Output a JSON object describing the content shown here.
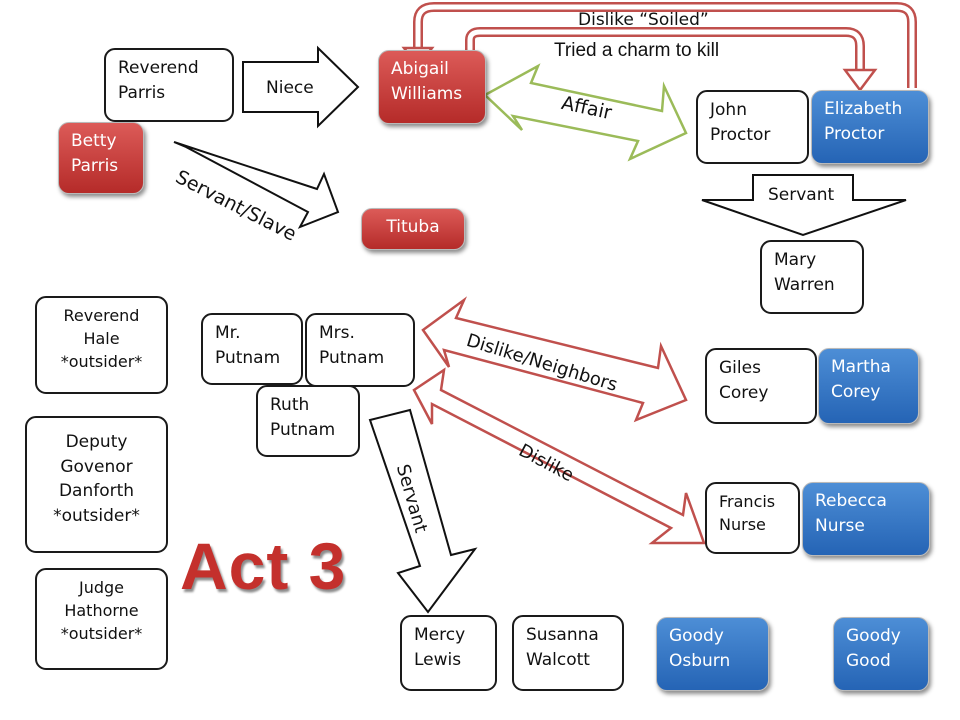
{
  "title": "Act 3",
  "colors": {
    "red": "#c0392b",
    "blue": "#2e6fc2",
    "arrow_red": "#c0504d",
    "arrow_green": "#9bbb59",
    "arrow_black": "#111111"
  },
  "nodes": {
    "reverend_parris": "Reverend\nParris",
    "betty_parris": "Betty\nParris",
    "abigail_williams": "Abigail\nWilliams",
    "tituba": "Tituba",
    "john_proctor": "John\nProctor",
    "elizabeth_proctor": "Elizabeth\nProctor",
    "mary_warren": "Mary\nWarren",
    "reverend_hale": "Reverend\nHale\n*outsider*",
    "deputy_danforth": "Deputy\nGovenor\nDanforth\n*outsider*",
    "judge_hathorne": "Judge\nHathorne\n*outsider*",
    "mr_putnam": "Mr.\nPutnam",
    "mrs_putnam": "Mrs.\nPutnam",
    "ruth_putnam": "Ruth\nPutnam",
    "giles_corey": "Giles\nCorey",
    "martha_corey": "Martha\nCorey",
    "francis_nurse": "Francis\nNurse",
    "rebecca_nurse": "Rebecca\nNurse",
    "mercy_lewis": "Mercy\nLewis",
    "susanna_walcott": "Susanna\nWalcott",
    "goody_osburn": "Goody\nOsburn",
    "goody_good": "Goody\nGood"
  },
  "relations": {
    "niece": "Niece",
    "servant_slave": "Servant/Slave",
    "affair": "Affair",
    "dislike_soiled": "Dislike “Soiled”",
    "tried_charm": "Tried a charm to kill",
    "servant_proctor": "Servant",
    "dislike_neighbors": "Dislike/Neighbors",
    "dislike": "Dislike",
    "servant_putnam": "Servant"
  }
}
